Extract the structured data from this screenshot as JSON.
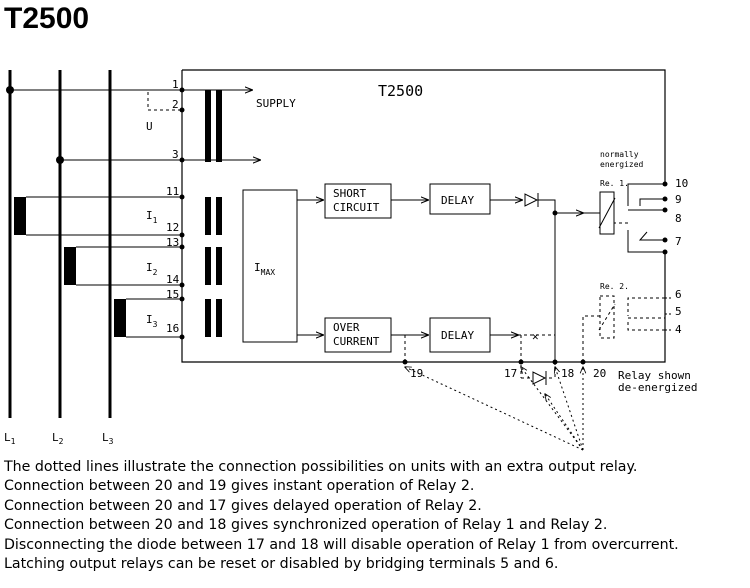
{
  "title": "T2500",
  "diagram": {
    "unit_label": "T2500",
    "supply_label": "SUPPLY",
    "u_label": "U",
    "imax_label": "I",
    "imax_sub": "MAX",
    "short_circuit": [
      "SHORT",
      "CIRCUIT"
    ],
    "over_current": [
      "OVER",
      "CURRENT"
    ],
    "delay_label": "DELAY",
    "normally_energized": [
      "normally",
      "energized"
    ],
    "relay1": "Re. 1.",
    "relay2": "Re. 2.",
    "relay_shown": [
      "Relay shown",
      "de-energized"
    ],
    "current_labels": [
      {
        "main": "I",
        "sub": "1"
      },
      {
        "main": "I",
        "sub": "2"
      },
      {
        "main": "I",
        "sub": "3"
      }
    ],
    "phase_labels": [
      {
        "main": "L",
        "sub": "1"
      },
      {
        "main": "L",
        "sub": "2"
      },
      {
        "main": "L",
        "sub": "3"
      }
    ],
    "terminals_left": [
      "1",
      "2",
      "3",
      "11",
      "12",
      "13",
      "14",
      "15",
      "16"
    ],
    "terminals_right": [
      "10",
      "9",
      "8",
      "7",
      "6",
      "5",
      "4"
    ],
    "terminals_bottom": [
      "19",
      "17",
      "18",
      "20"
    ]
  },
  "notes": [
    "The dotted lines illustrate the connection possibilities on units with an extra output relay.",
    "Connection between 20 and 19 gives instant operation of Relay 2.",
    "Connection between 20 and 17 gives delayed operation of Relay 2.",
    "Connection between 20 and 18 gives synchronized operation of Relay 1 and Relay 2.",
    "Disconnecting the diode between 17 and 18 will disable operation of Relay 1 from overcurrent.",
    "Latching output relays can be reset or disabled by bridging terminals 5 and 6."
  ]
}
